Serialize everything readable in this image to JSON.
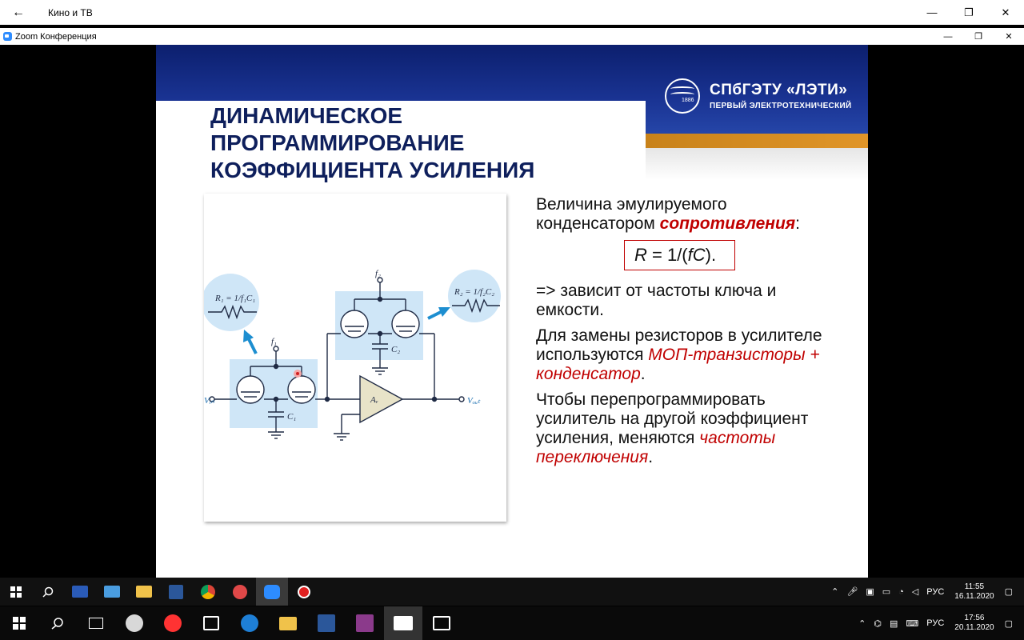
{
  "outer_window": {
    "title": "Кино и ТВ",
    "back_glyph": "←",
    "minimize_glyph": "—",
    "maximize_glyph": "❐",
    "close_glyph": "✕"
  },
  "zoom_window": {
    "title": "Zoom Конференция",
    "minimize_glyph": "—",
    "maximize_glyph": "❐",
    "close_glyph": "✕"
  },
  "slide": {
    "logo_name": "СПбГЭТУ «ЛЭТИ»",
    "logo_sub": "ПЕРВЫЙ ЭЛЕКТРОТЕХНИЧЕСКИЙ",
    "logo_year": "1886",
    "title_line1": "ДИНАМИЧЕСКОЕ",
    "title_line2": "ПРОГРАММИРОВАНИЕ",
    "title_line3": "КОЭФФИЦИЕНТА УСИЛЕНИЯ",
    "text_p1_a": "Величина эмулируемого конденсатором ",
    "text_p1_b": "сопротивления",
    "text_p1_c": ":",
    "formula_a": "R",
    "formula_b": " = 1/(",
    "formula_c": "fC",
    "formula_d": ").",
    "text_p2": "=> зависит от частоты ключа и емкости.",
    "text_p3_a": "Для замены резисторов в усилителе используются ",
    "text_p3_b": "МОП-транзисторы + конденсатор",
    "text_p3_c": ".",
    "text_p4_a": "Чтобы перепрограммировать усилитель на другой коэффициент усиления, меняются ",
    "text_p4_b": "частоты переключения",
    "text_p4_c": "."
  },
  "circuit": {
    "r1_label": "R₁ = 1/f₁C₁",
    "r2_label": "R₂ = 1/f₂C₂",
    "f1": "f₁",
    "f2": "f₂",
    "c1": "C₁",
    "c2": "C₂",
    "av": "Aᵥ",
    "vin": "Vᵢₙ",
    "vout": "Vₒᵤₜ"
  },
  "taskbar_inner": {
    "lang": "РУС",
    "time": "11:55",
    "date": "16.11.2020"
  },
  "taskbar_outer": {
    "lang": "РУС",
    "time": "17:56",
    "date": "20.11.2020"
  },
  "colors": {
    "slide_blue": "#1a3494",
    "accent_orange": "#e09528",
    "emphasis_red": "#c00000",
    "circuit_fill": "#cfe6f7",
    "circuit_stroke": "#1f2a44",
    "arrow_blue": "#1d8ed0"
  }
}
